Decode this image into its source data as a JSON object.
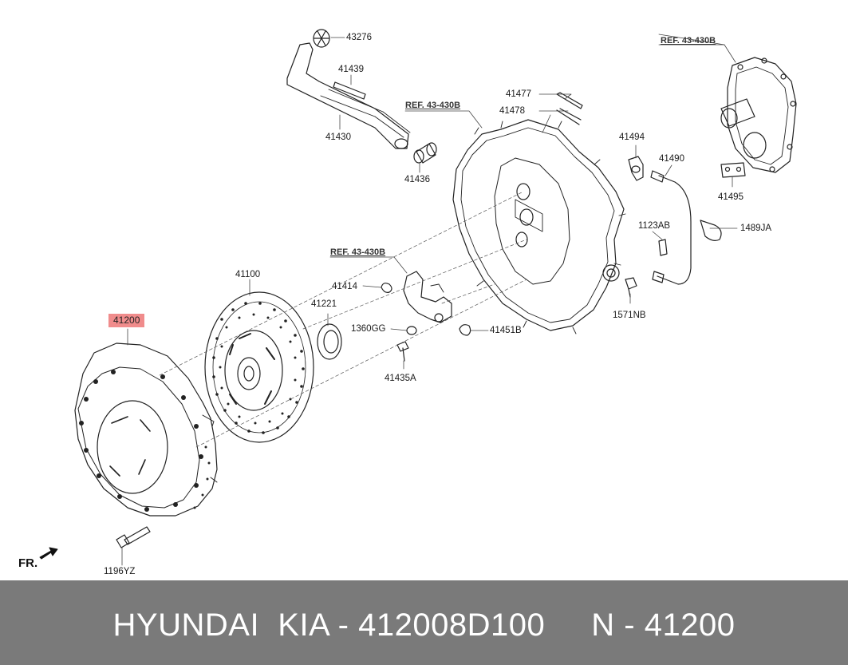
{
  "diagram": {
    "highlight_color": "#f08c8c",
    "labels": {
      "p43276": "43276",
      "p41439": "41439",
      "p41430": "41430",
      "p41436": "41436",
      "ref1": "REF. 43-430B",
      "ref2": "REF. 43-430B",
      "ref3": "REF. 43-430B",
      "p41477": "41477",
      "p41478": "41478",
      "p41494": "41494",
      "p41490": "41490",
      "p41495": "41495",
      "p1123AB": "1123AB",
      "p1489JA": "1489JA",
      "p1571NB": "1571NB",
      "p41414": "41414",
      "p41221": "41221",
      "p41100": "41100",
      "p41200": "41200",
      "p1360GG": "1360GG",
      "p41451B": "41451B",
      "p41435A": "41435A",
      "p1196YZ": "1196YZ",
      "fr": "FR."
    }
  },
  "footer": {
    "text": "HYUNDAI  KIA - 412008D100     N - 41200",
    "background": "#7a7a7a"
  }
}
